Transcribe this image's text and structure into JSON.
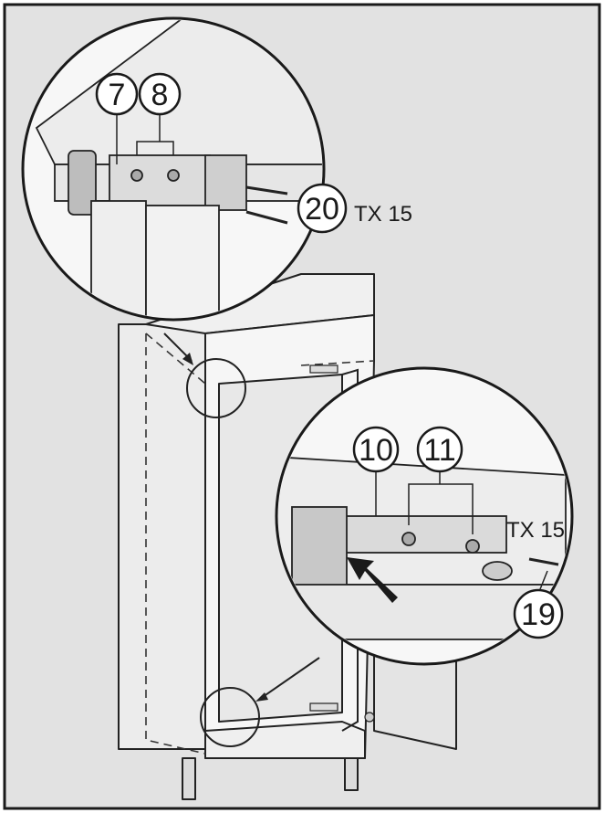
{
  "callouts": {
    "c7": "7",
    "c8": "8",
    "c10": "10",
    "c11": "11",
    "c19": "19",
    "c20": "20"
  },
  "labels": {
    "tx_upper": "TX 15",
    "tx_lower": "TX 15"
  },
  "colors": {
    "background": "#e2e2e2",
    "frame": "#1a1a1a",
    "cabinet_side": "#efefef",
    "cabinet_front": "#f4f4f4",
    "inset": "#f7f7f7"
  }
}
